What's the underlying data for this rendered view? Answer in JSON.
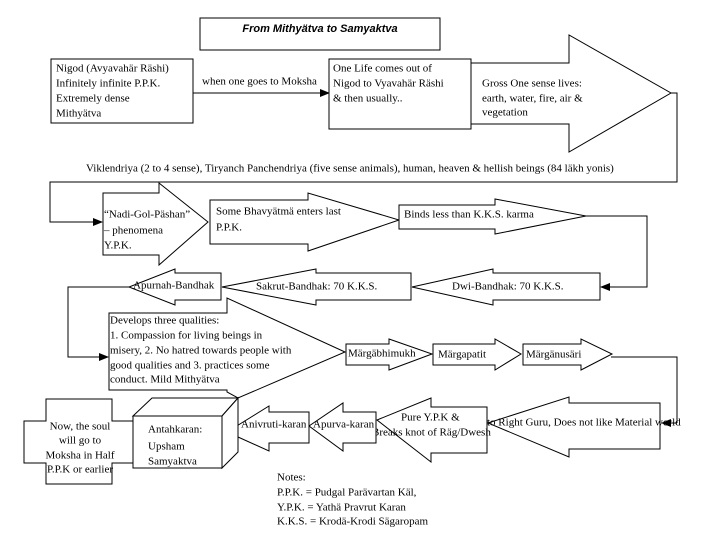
{
  "title": "From Mithyätva to Samyaktva",
  "nodes": {
    "nigod": [
      "Nigod (Avyavahär Räshi)",
      "Infinitely infinite P.P.K.",
      "Extremely dense",
      "Mithyätva"
    ],
    "moksha_label": "when one goes to Moksha",
    "one_life": [
      "One Life comes out of",
      "Nigod to Vyavahär Räshi",
      "& then usually.."
    ],
    "gross": [
      "Gross One sense lives:",
      "earth, water, fire, air &",
      "vegetation"
    ],
    "viklendriya": "Viklendriya (2 to 4 sense), Tiryanch Panchendriya (five sense animals), human, heaven & hellish beings (84 läkh yonis)",
    "nadi": [
      "“Nadi-Gol-Päshan”",
      "– phenomena",
      "Y.P.K."
    ],
    "bhavyatma": [
      "Some Bhavyätmä enters last",
      "P.P.K."
    ],
    "binds": "Binds less than K.K.S. karma",
    "dwi": "Dwi-Bandhak: 70 K.K.S.",
    "sakrut": "Sakrut-Bandhak: 70 K.K.S.",
    "apurnah": "Apurnah-Bandhak",
    "develops": [
      "Develops three qualities:",
      "1. Compassion for living beings in",
      "misery, 2. No hatred towards people with",
      "good qualities and 3. practices some",
      "conduct. Mild Mithyätva"
    ],
    "margabhimukh": "Märgäbhimukh",
    "margapatit": "Märgapatit",
    "marganusari": "Märgänusäri",
    "right_guru": "to Right Guru, Does not like Material world",
    "pure_ypk": [
      "Pure Y.P.K &",
      "Breaks knot of Räg/Dwesh"
    ],
    "apurva": "Apurva-karan",
    "anivruti": "Anivruti-karan",
    "antahkaran": [
      "Antahkaran:",
      "Upsham",
      "Samyaktva"
    ],
    "soul": [
      "Now, the soul",
      "will go to",
      "Moksha in Half",
      "P.P.K or earlier"
    ]
  },
  "notes": [
    "Notes:",
    "P.P.K. = Pudgal Parävartan Käl,",
    "Y.P.K. = Yathä Pravrut Karan",
    "K.K.S. = Krodä-Krodi Sägaropam"
  ]
}
